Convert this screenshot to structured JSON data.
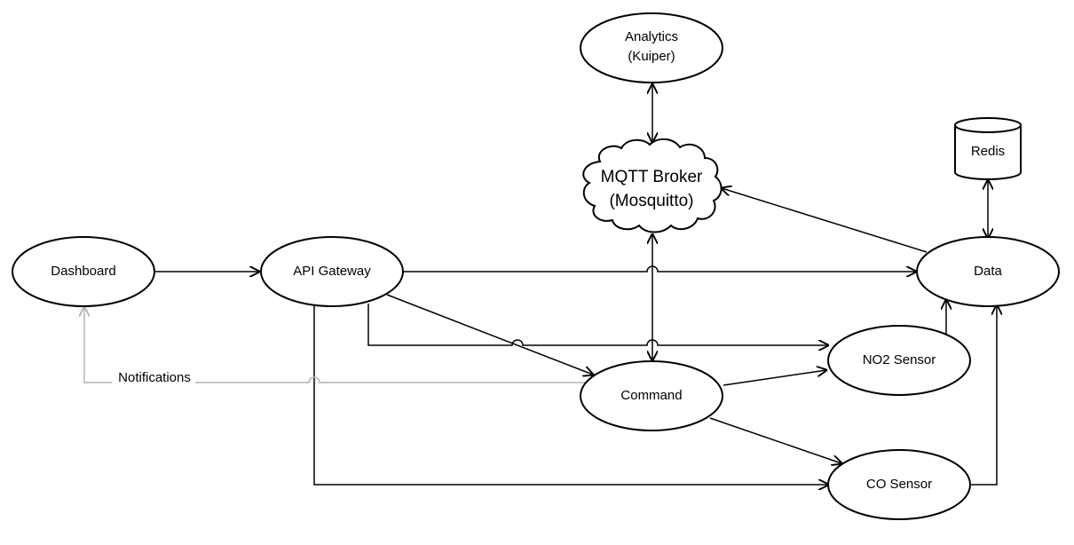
{
  "nodes": {
    "analytics": {
      "line1": "Analytics",
      "line2": "(Kuiper)"
    },
    "mqtt": {
      "line1": "MQTT Broker",
      "line2": "(Mosquitto)"
    },
    "redis": {
      "label": "Redis"
    },
    "dashboard": {
      "label": "Dashboard"
    },
    "api_gateway": {
      "label": "API Gateway"
    },
    "data": {
      "label": "Data"
    },
    "no2_sensor": {
      "label": "NO2 Sensor"
    },
    "command": {
      "label": "Command"
    },
    "co_sensor": {
      "label": "CO Sensor"
    }
  },
  "edge_labels": {
    "notifications": "Notifications"
  },
  "colors": {
    "stroke": "#000000",
    "notification_stroke": "#b4b4b4",
    "background": "#ffffff"
  }
}
